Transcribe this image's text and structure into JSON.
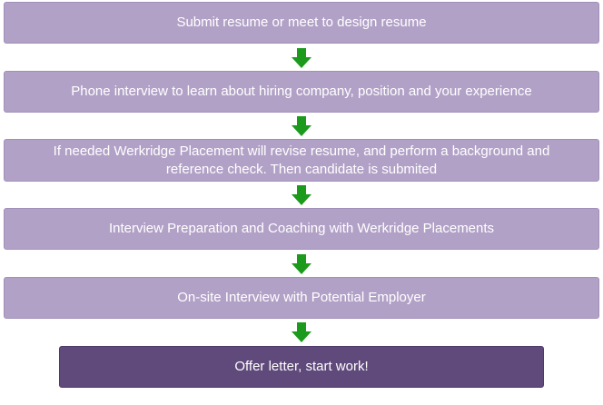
{
  "steps": [
    {
      "label": "Submit resume or meet to design resume"
    },
    {
      "label": "Phone interview to learn about hiring company, position and your experience"
    },
    {
      "label": "If needed Werkridge Placement will revise resume,  and perform a background and reference check. Then candidate is submited"
    },
    {
      "label": "Interview Preparation and Coaching with Werkridge Placements"
    },
    {
      "label": "On-site Interview with  Potential Employer"
    },
    {
      "label": "Offer letter, start work!"
    }
  ],
  "colors": {
    "step_fill": "#b2a1c7",
    "final_step_fill": "#604a7b",
    "arrow": "#1c9a1c",
    "text": "#ffffff"
  },
  "icons": {
    "connector": "arrow-down-icon"
  }
}
